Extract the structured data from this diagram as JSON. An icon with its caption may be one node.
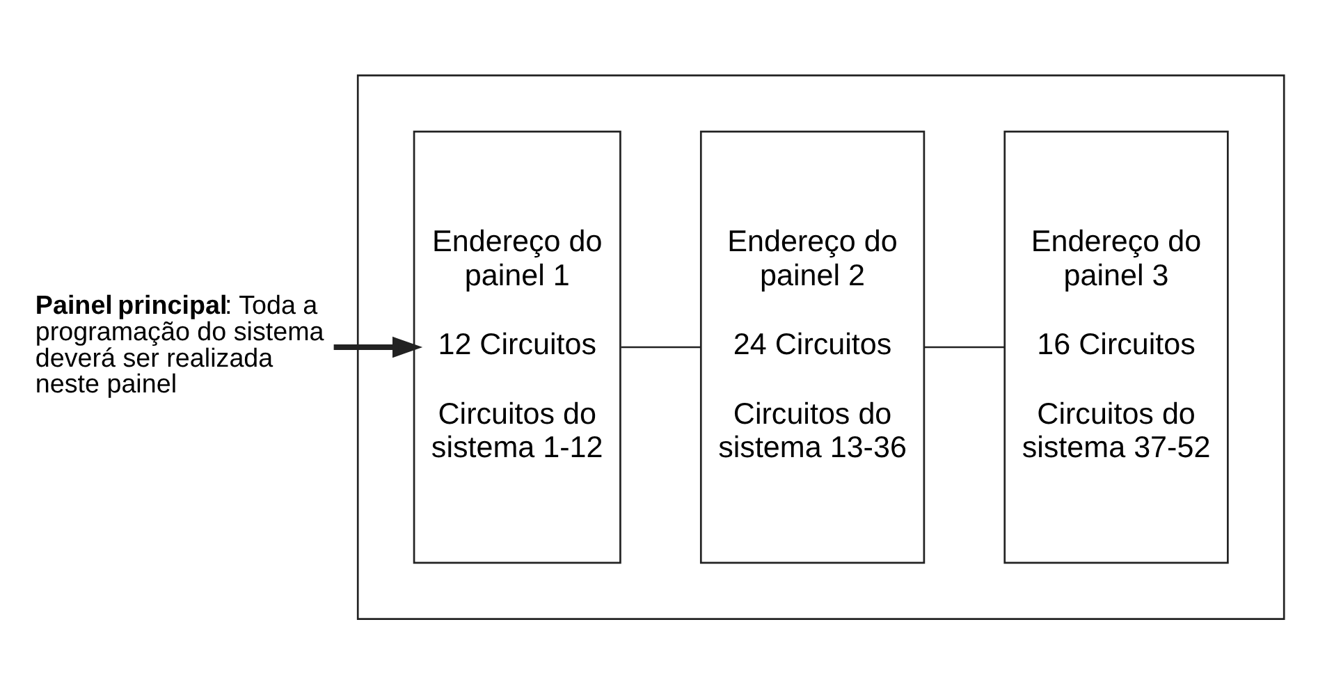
{
  "diagram": {
    "nodes": [
      {
        "text": [
          "**Painel principal**: Toda a programação do sistema deverá ser realizada neste painel"
        ]
      },
      {
        "text": [],
        "shape": "box"
      },
      {
        "text": [
          "Endereço do painel 1",
          "12 Circuitos",
          "Circuitos do sistema 1-12"
        ],
        "in": 1
      },
      {
        "text": [
          "Endereço do painel 2",
          "24 Circuitos",
          "Circuitos do sistema 13-36"
        ],
        "in": 1
      },
      {
        "text": [
          "Endereço do painel 3",
          "16 Circuitos",
          "Circuitos do sistema 37-52"
        ],
        "in": 1
      }
    ],
    "edges": [
      {
        "from": 0,
        "to": 2,
        "arrow": "to",
        "style": "thick"
      },
      {
        "from": 2,
        "to": 3,
        "arrow": "none"
      },
      {
        "from": 3,
        "to": 4,
        "arrow": "none"
      }
    ]
  }
}
